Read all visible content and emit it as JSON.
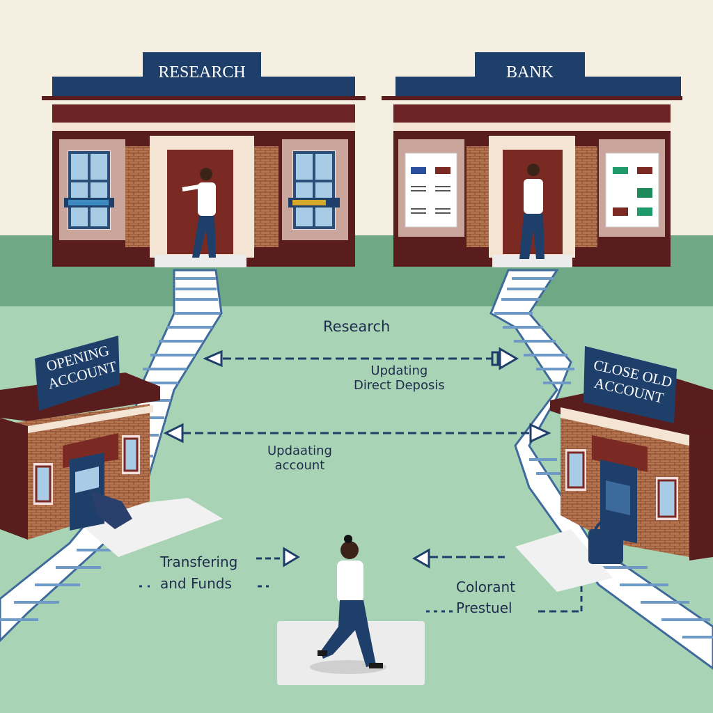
{
  "buildings": {
    "research": {
      "sign": "RESEARCH"
    },
    "bank": {
      "sign": "BANK"
    },
    "opening": {
      "sign_line1": "OPENING",
      "sign_line2": "ACCOUNT"
    },
    "closing": {
      "sign_line1": "CLOSE OLD",
      "sign_line2": "ACCOUNT"
    }
  },
  "labels": {
    "research": "Research",
    "updating_direct_line1": "Updating",
    "updating_direct_line2": "Direct Deposis",
    "updating_account_line1": "Updaating",
    "updating_account_line2": "account",
    "transfering_line1": "Transfering",
    "transfering_line2": "and Funds",
    "colorant_line1": "Colorant",
    "colorant_line2": "Prestuel"
  },
  "colors": {
    "sky": "#f4efe0",
    "grass": "#a9d3b5",
    "grass_dark": "#6ea985",
    "navy": "#1f3f6b",
    "maroon": "#5a1d1d",
    "brick": "#b8704a",
    "path": "#ffffff",
    "path_edge": "#3f6a9c"
  }
}
